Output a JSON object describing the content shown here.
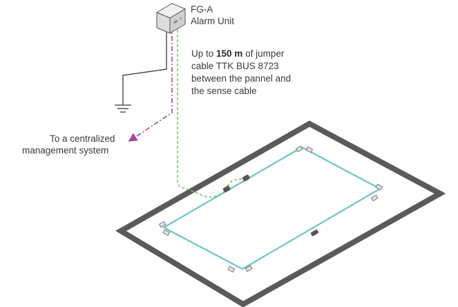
{
  "unit": {
    "name": "FG-A",
    "subtitle": "Alarm Unit"
  },
  "note": {
    "line1_pre": "Up to ",
    "line1_bold": "150 m",
    "line1_post": " of jumper",
    "line2": "cable TTK BUS 8723",
    "line3": "between the pannel and",
    "line4": "the sense cable"
  },
  "management": {
    "line1": "To a centralized",
    "line2": "management system"
  },
  "colors": {
    "frame": "#5a5a5a",
    "sense_cable": "#6cc5c0",
    "jumper_cable": "#7dbf6a",
    "network_link": "#a0489a",
    "ground_wire": "#3a3a3a",
    "unit_body": "#e6e6e6"
  },
  "icons": {
    "alarm_unit": "wall-box-icon",
    "ground": "ground-symbol-icon",
    "arrow": "arrow-icon",
    "connector": "cable-connector-icon",
    "clip": "cable-clip-icon"
  }
}
